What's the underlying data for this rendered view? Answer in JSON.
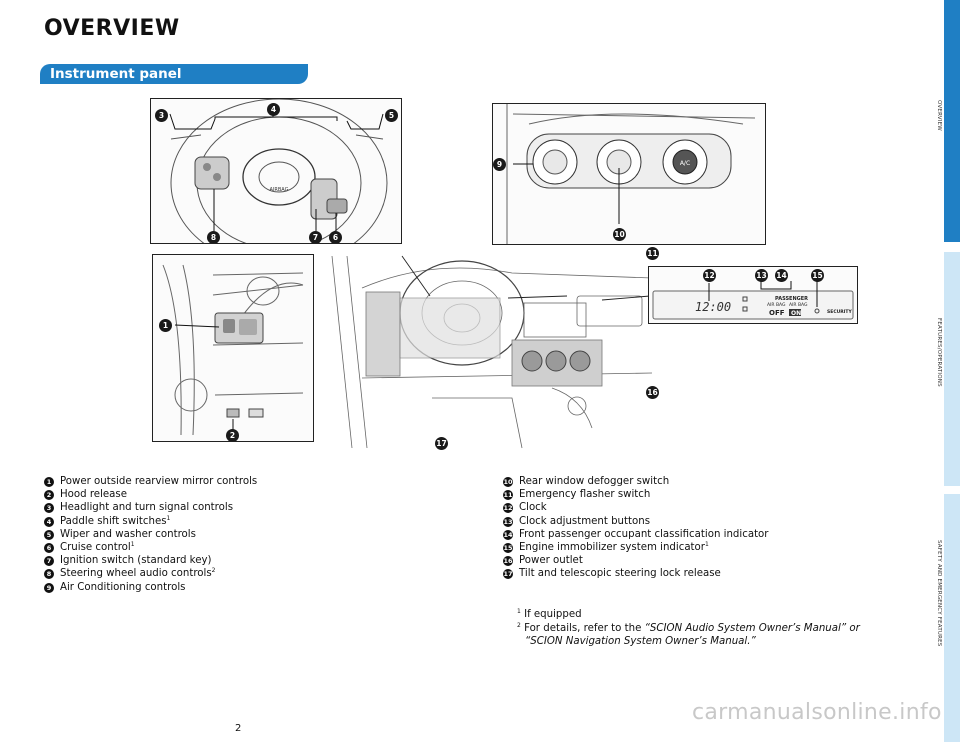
{
  "page": {
    "title": "OVERVIEW",
    "section_banner": "Instrument panel",
    "page_number": "2",
    "watermark": "carmanualsonline.info"
  },
  "side_tabs": [
    "OVERVIEW",
    "FEATURES/OPERATIONS",
    "SAFETY AND EMERGENCY FEATURES"
  ],
  "colors": {
    "accent": "#1f7fc4",
    "accent_light": "#cde6f6"
  },
  "diagram": {
    "callouts": [
      "1",
      "2",
      "3",
      "4",
      "5",
      "6",
      "7",
      "8",
      "9",
      "10",
      "11",
      "12",
      "13",
      "14",
      "15",
      "16",
      "17"
    ],
    "airbag_label": "AIRBAG",
    "clock_display": "12:00",
    "passenger_label": "PASSENGER",
    "airbag_left": "AIR BAG",
    "airbag_right": "AIR BAG",
    "airbag_off": "OFF",
    "airbag_on": "ON",
    "security_label": "SECURITY",
    "ac_label": "A/C"
  },
  "legend_left": [
    {
      "num": "1",
      "text": "Power outside rearview mirror controls",
      "sup": ""
    },
    {
      "num": "2",
      "text": "Hood release",
      "sup": ""
    },
    {
      "num": "3",
      "text": "Headlight and turn signal controls",
      "sup": ""
    },
    {
      "num": "4",
      "text": "Paddle shift switches",
      "sup": "1"
    },
    {
      "num": "5",
      "text": "Wiper and washer controls",
      "sup": ""
    },
    {
      "num": "6",
      "text": "Cruise control",
      "sup": "1"
    },
    {
      "num": "7",
      "text": "Ignition switch (standard key)",
      "sup": ""
    },
    {
      "num": "8",
      "text": "Steering wheel audio controls",
      "sup": "2"
    },
    {
      "num": "9",
      "text": "Air Conditioning controls",
      "sup": ""
    }
  ],
  "legend_right": [
    {
      "num": "10",
      "text": "Rear window defogger switch",
      "sup": ""
    },
    {
      "num": "11",
      "text": "Emergency flasher switch",
      "sup": ""
    },
    {
      "num": "12",
      "text": "Clock",
      "sup": ""
    },
    {
      "num": "13",
      "text": "Clock adjustment buttons",
      "sup": ""
    },
    {
      "num": "14",
      "text": "Front passenger occupant classification indicator",
      "sup": ""
    },
    {
      "num": "15",
      "text": "Engine immobilizer system indicator",
      "sup": "1"
    },
    {
      "num": "16",
      "text": "Power outlet",
      "sup": ""
    },
    {
      "num": "17",
      "text": "Tilt and telescopic steering lock release",
      "sup": ""
    }
  ],
  "footnotes": {
    "note1_mark": "1",
    "note1_text": "If equipped",
    "note2_mark": "2",
    "note2_prefix": "For details, refer to the ",
    "note2_ref1": "“SCION Audio System Owner’s Manual” or",
    "note2_ref2": "“SCION Navigation System Owner’s Manual.”"
  }
}
